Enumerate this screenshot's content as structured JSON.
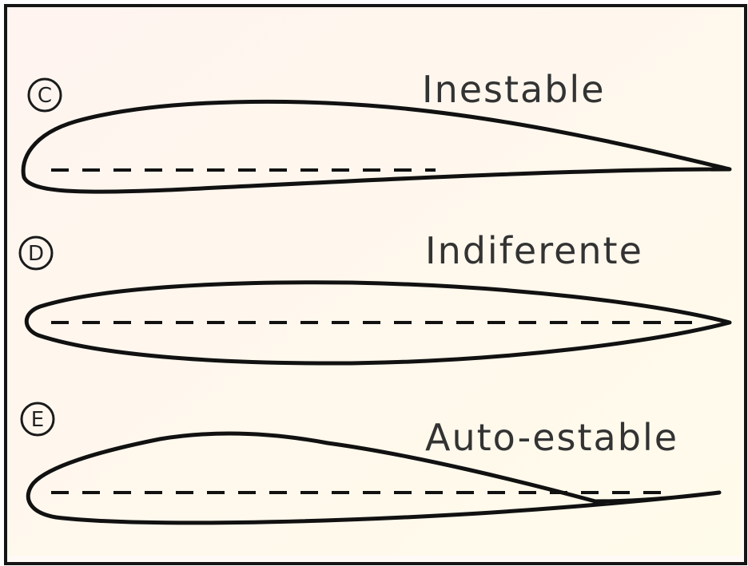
{
  "figure": {
    "items": [
      {
        "letter": "C",
        "label": "Inestable"
      },
      {
        "letter": "D",
        "label": "Indiferente"
      },
      {
        "letter": "E",
        "label": "Auto-estable"
      }
    ]
  },
  "colors": {
    "line": "#111111",
    "background": "#fffaf6",
    "frame": "#151515"
  }
}
